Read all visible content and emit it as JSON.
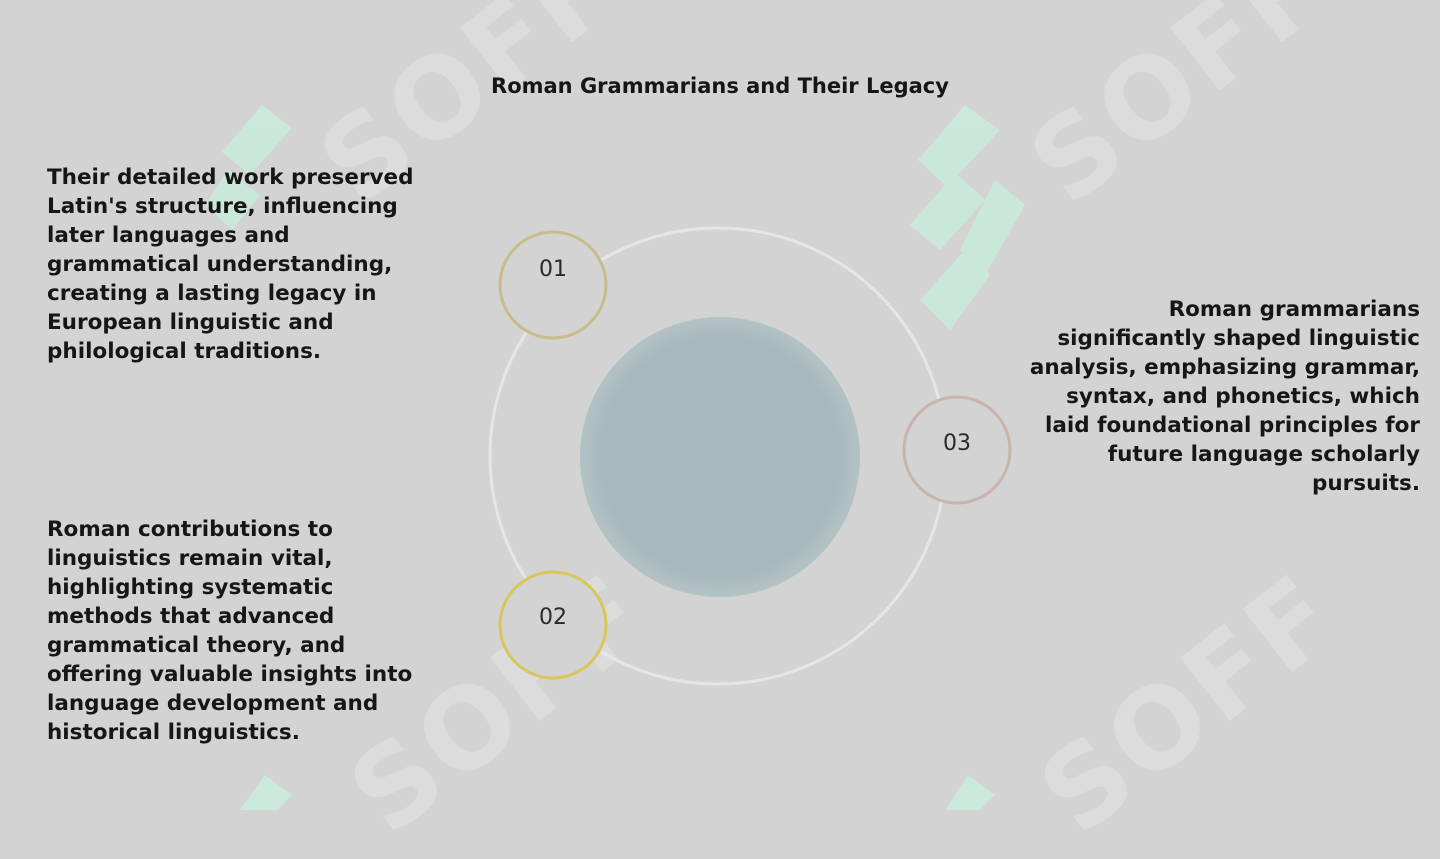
{
  "watermark": {
    "text": "SOFF"
  },
  "title": "Roman Grammarians and Their Legacy",
  "items": [
    {
      "number": "01",
      "text": "Their detailed work preserved Latin's structure, influencing later languages and grammatical understanding, creating a lasting legacy in European linguistic and philological traditions.",
      "accent": "#c8bd8a"
    },
    {
      "number": "02",
      "text": "Roman contributions to linguistics remain vital, highlighting systematic methods that advanced grammatical theory, and offering valuable insights into language development and historical linguistics.",
      "accent": "#d8c65a"
    },
    {
      "number": "03",
      "text": "Roman grammarians significantly shaped linguistic analysis, emphasizing grammar, syntax, and phonetics, which laid foundational principles for future language scholarly pursuits.",
      "accent": "#c9b3ad"
    }
  ],
  "colors": {
    "background": "#d3d3d3",
    "center_circle": "#a7b9bd",
    "orbit_ring": "#e4e6e8",
    "watermark_logo": "#c8f0dc"
  }
}
